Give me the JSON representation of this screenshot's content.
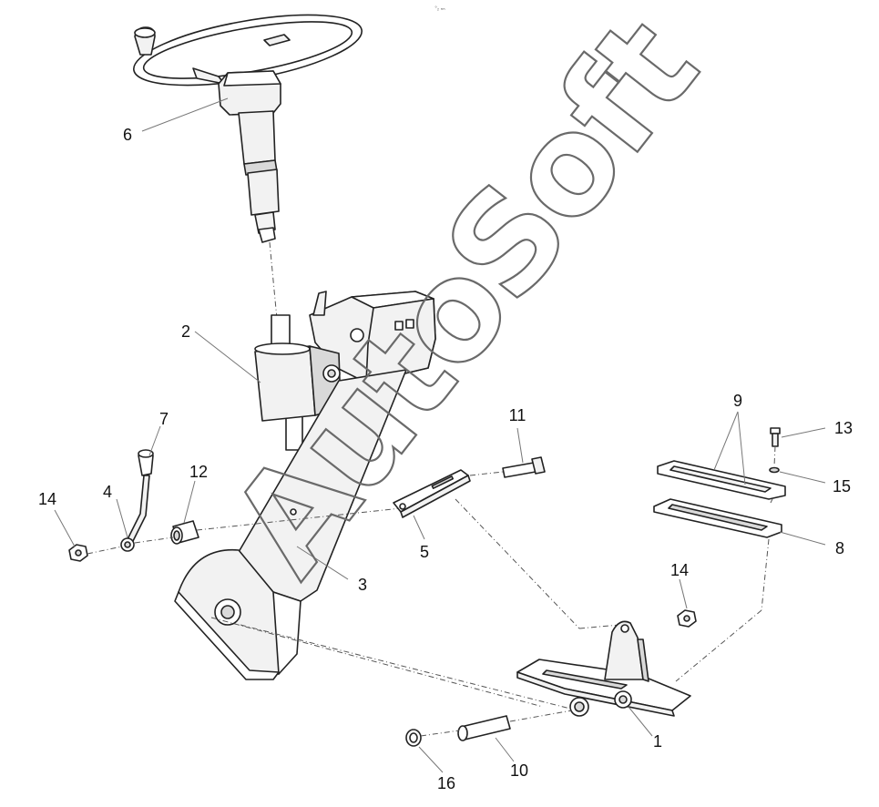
{
  "diagram": {
    "top_mark": "°₂ ₙₙ",
    "callouts": [
      "1",
      "2",
      "3",
      "4",
      "5",
      "6",
      "7",
      "8",
      "9",
      "10",
      "11",
      "12",
      "13",
      "14",
      "14",
      "15",
      "16"
    ],
    "watermark": "AutoSoft"
  }
}
